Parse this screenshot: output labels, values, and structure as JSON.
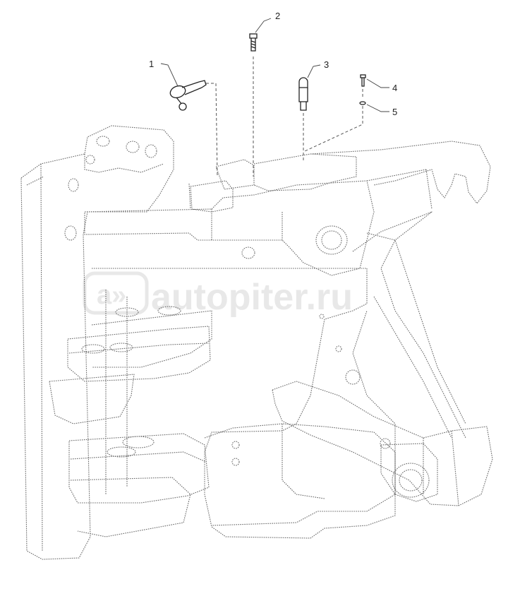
{
  "callouts": [
    {
      "id": "1",
      "label": "1"
    },
    {
      "id": "2",
      "label": "2"
    },
    {
      "id": "3",
      "label": "3"
    },
    {
      "id": "4",
      "label": "4"
    },
    {
      "id": "5",
      "label": "5"
    }
  ],
  "watermark": {
    "text": "autopiter.ru"
  },
  "colors": {
    "line": "#6a6a6a",
    "part": "#222222",
    "leader": "#444444",
    "watermark": "#d9d9d9"
  }
}
